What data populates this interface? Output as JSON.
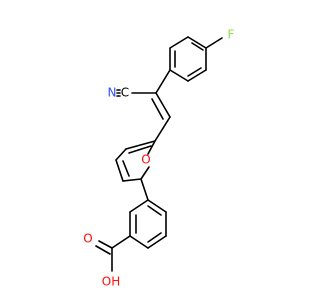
{
  "labels": {
    "fluorine": "F",
    "nitrile_nitrogen": "N",
    "nitrile_carbon": "C",
    "furan_oxygen": "O",
    "carbonyl_oxygen": "O",
    "hydroxyl": "OH"
  },
  "colors": {
    "bond": "#000000",
    "fluorine": "#90E050",
    "nitrogen": "#3050F8",
    "carbon": "#000000",
    "oxygen": "#FF0D0D"
  }
}
